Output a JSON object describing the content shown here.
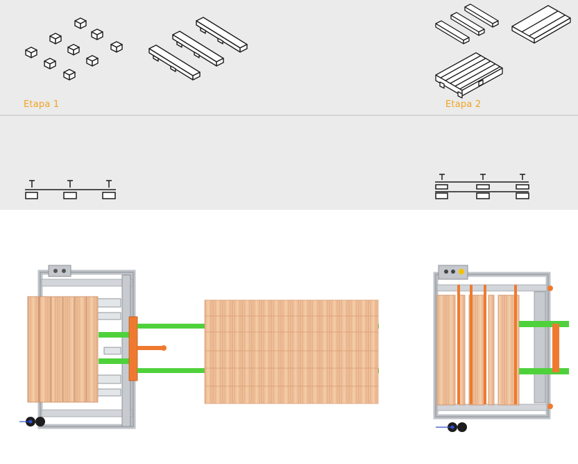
{
  "stages": [
    {
      "id": "stage-1",
      "label": "Etapa 1"
    },
    {
      "id": "stage-2",
      "label": "Etapa 2"
    }
  ],
  "colors": {
    "panel_background": "#ebebeb",
    "divider": "#c6c6c6",
    "stage_label": "#f0a323",
    "line_art": "#1a1a1a",
    "wood_light": "#f2c7a2",
    "wood_mid": "#e2ad86",
    "wood_grain": "#c98c63",
    "machine_frame": "#bfc3c8",
    "machine_frame_dark": "#8b9096",
    "conveyor_green": "#4fd13c",
    "clamp_orange": "#ef7a2f",
    "indicator_yellow": "#f2c200",
    "wheel_accent": "#2d4fd1"
  },
  "icons": [
    "loose-blocks-icon",
    "stringer-boards-icon",
    "pallet-components-icon",
    "assembled-pallet-icon",
    "stage-1-nailing-profile-icon",
    "stage-2-nailing-profile-icon"
  ]
}
